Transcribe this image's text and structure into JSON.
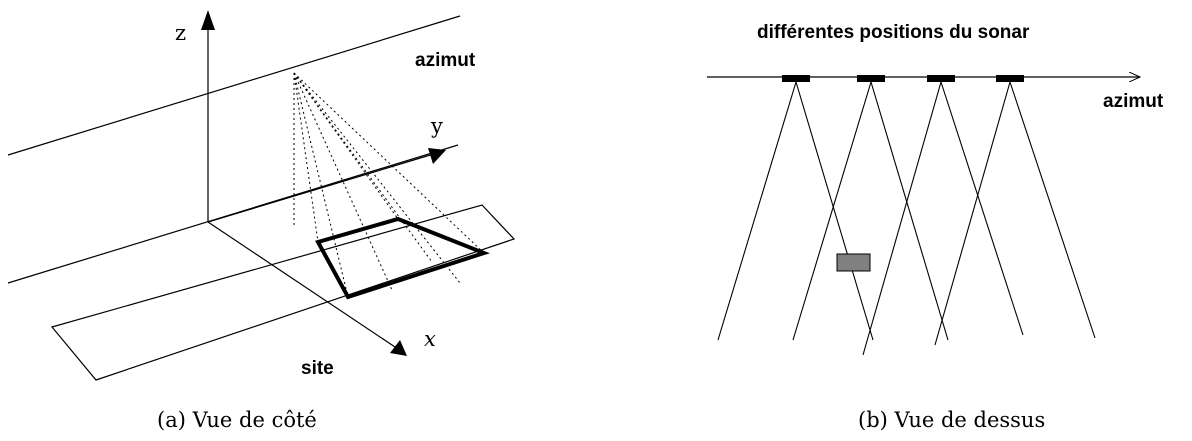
{
  "left_panel": {
    "z_label": "z",
    "y_label": "y",
    "x_label": "x",
    "azimut_label": "azimut",
    "site_label": "site",
    "caption": "(a) Vue de côté"
  },
  "right_panel": {
    "title": "différentes positions du sonar",
    "azimut_label": "azimut",
    "caption": "(b) Vue de dessus"
  }
}
